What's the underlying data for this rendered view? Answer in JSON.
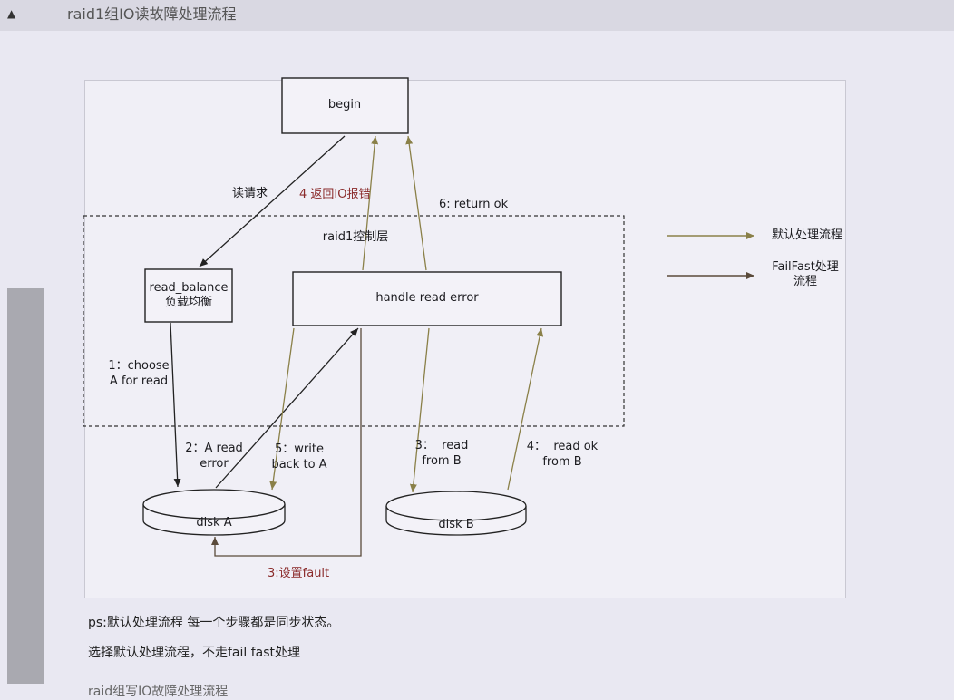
{
  "page": {
    "heading": "raid1组IO读故障处理流程",
    "footer_heading": "raid组写IO故障处理流程"
  },
  "diagram": {
    "nodes": {
      "begin": "begin",
      "read_balance": "read_balance\n负载均衡",
      "handle": "handle read error",
      "disk_a": "disk A",
      "disk_b": "disk B"
    },
    "controller_label": "raid1控制层",
    "edge_labels": {
      "read_request": "读请求",
      "return_error": "4 返回IO报错",
      "return_ok": "6: return ok",
      "choose_a": "1：choose\nA for read",
      "a_read_error": "2：A read\nerror",
      "write_back": "5：write\nback to A",
      "set_fault": "3:设置fault",
      "read_b": "3：  read\nfrom B",
      "read_ok": "4：  read ok\nfrom B"
    },
    "legend": [
      {
        "label": "默认处理流程",
        "color": "#8a8048"
      },
      {
        "label": "FailFast处理\n流程",
        "color": "#5a4a3a"
      }
    ],
    "colors": {
      "default_flow": "#8a8048",
      "failfast_flow": "#5a4a3a",
      "black": "#222222",
      "red_text": "#8a2a2a"
    }
  },
  "notes": {
    "line1": "ps:默认处理流程 每一个步骤都是同步状态。",
    "line2": "选择默认处理流程，不走fail fast处理"
  }
}
